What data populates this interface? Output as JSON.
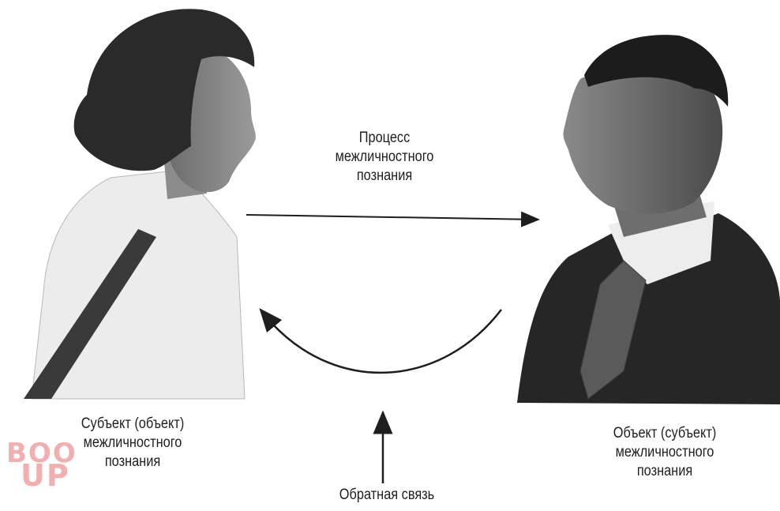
{
  "labels": {
    "process": [
      "Процесс",
      "межличностного",
      "познания"
    ],
    "subject": [
      "Субъект (объект)",
      "межличностного",
      "познания"
    ],
    "object": [
      "Объект (субъект)",
      "межличностного",
      "познания"
    ],
    "feedback": "Обратная связь"
  },
  "watermark": {
    "line1": "BOO",
    "line2": "UP"
  },
  "colors": {
    "ink": "#1e1e1e",
    "watermark": "#e86e6e"
  }
}
